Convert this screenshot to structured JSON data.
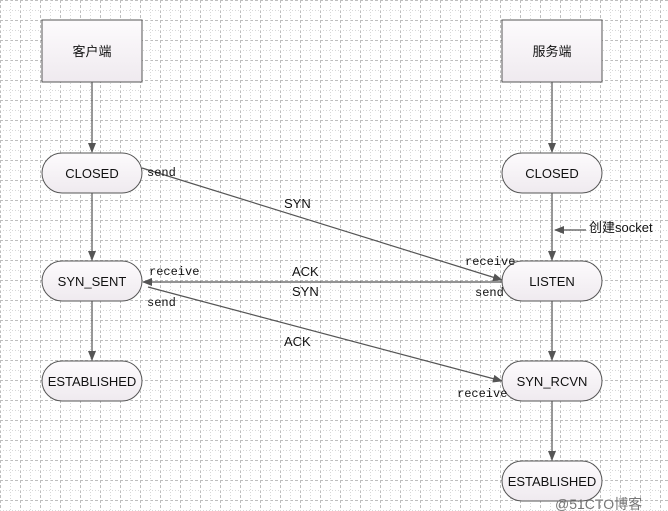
{
  "nodes": {
    "client": "客户端",
    "server": "服务端",
    "c_closed": "CLOSED",
    "s_closed": "CLOSED",
    "c_syn_sent": "SYN_SENT",
    "s_listen": "LISTEN",
    "c_established": "ESTABLISHED",
    "s_syn_rcvn": "SYN_RCVN",
    "s_established": "ESTABLISHED"
  },
  "labels": {
    "send1": "send",
    "syn1": "SYN",
    "receive_listen": "receive",
    "receive_synsent": "receive",
    "ack_syn_ack": "ACK",
    "ack_syn_syn": "SYN",
    "send_listen": "send",
    "send2": "send",
    "ack2": "ACK",
    "receive_rcvn": "receive",
    "create_socket": "创建socket"
  },
  "watermark": "@51CTO博客",
  "colors": {
    "line": "#555555",
    "node_fill": "#f6f2f6",
    "grid": "#c8c8c8"
  }
}
